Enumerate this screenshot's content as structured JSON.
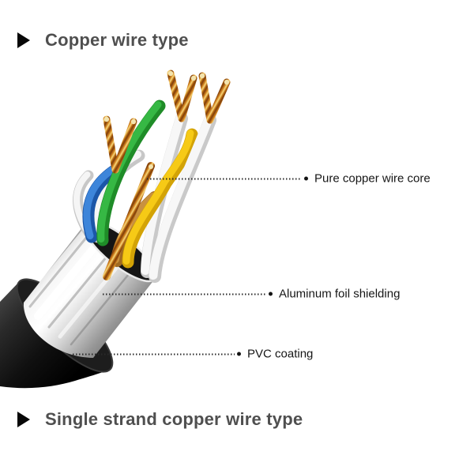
{
  "page": {
    "background": "#ffffff"
  },
  "headings": {
    "top": {
      "label": "Copper wire type",
      "marker": "right-triangle",
      "text_color": "#4f4f4f"
    },
    "bottom": {
      "label": "Single strand copper wire type",
      "marker": "right-triangle",
      "text_color": "#4f4f4f"
    }
  },
  "callouts": [
    {
      "text": "Pure copper wire core",
      "points_to": "twisted bare copper strands at wire tips"
    },
    {
      "text": "Aluminum foil shielding",
      "points_to": "silver foil layer around wire bundle"
    },
    {
      "text": "PVC coating",
      "points_to": "black outer cable jacket"
    }
  ],
  "illustration": {
    "name": "shielded-cable-cutaway",
    "description": "Cut-open cable showing black PVC jacket, aluminum foil shield and colored insulated wires with stranded copper cores",
    "colors": {
      "jacket": "#1d1d1d",
      "foil": "#e9e9e9",
      "copper": "#c67c1e",
      "wire_blue": "#2e7bd0",
      "wire_green": "#2ba33a",
      "wire_yellow": "#f2c411",
      "wire_orange": "#c4883c",
      "wire_white": "#f4f4f4"
    }
  }
}
